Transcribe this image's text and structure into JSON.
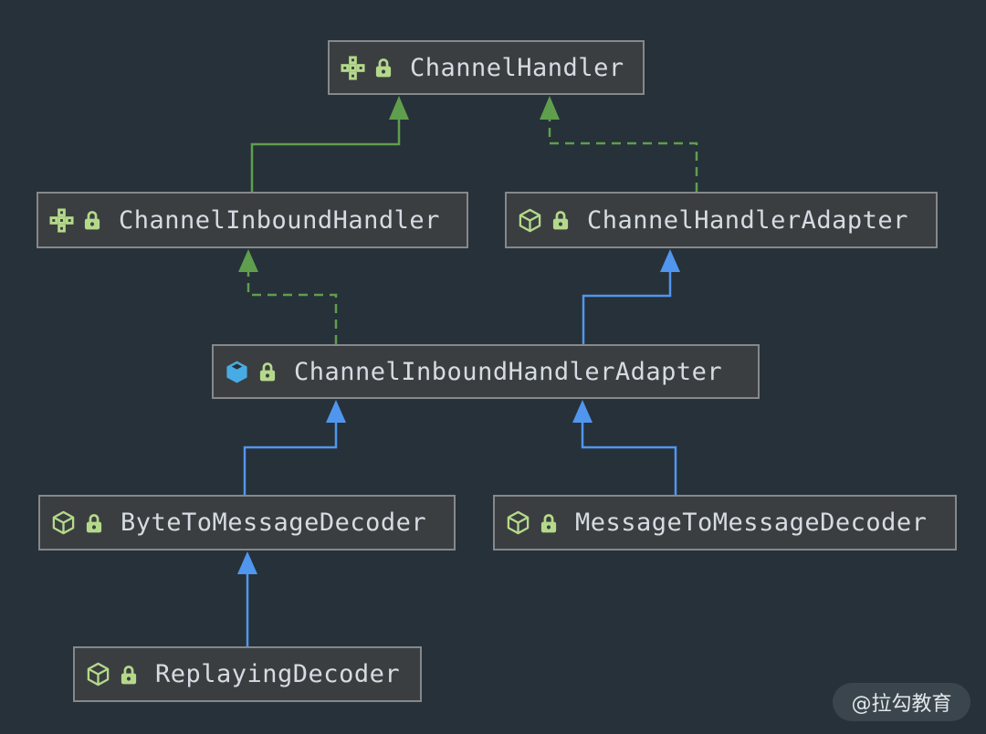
{
  "diagram": {
    "title": "Netty ChannelHandler class hierarchy",
    "colors": {
      "background": "#273139",
      "node_fill": "#3b3e40",
      "node_border": "#86888b",
      "node_text": "#d5dce3",
      "extends_interface_arrow_green": "#5f9e4d",
      "extends_class_arrow_blue": "#5096ee",
      "icon_green": "#b4d98b",
      "icon_blue": "#47ace4"
    },
    "nodes": [
      {
        "label": "ChannelHandler",
        "kind": "interface",
        "type_icon": "interface-icon",
        "lock_icon": "lock-icon"
      },
      {
        "label": "ChannelInboundHandler",
        "kind": "interface",
        "type_icon": "interface-icon",
        "lock_icon": "lock-icon"
      },
      {
        "label": "ChannelHandlerAdapter",
        "kind": "class",
        "type_icon": "class-icon",
        "lock_icon": "lock-icon"
      },
      {
        "label": "ChannelInboundHandlerAdapter",
        "kind": "class",
        "type_icon": "class-icon-highlighted",
        "lock_icon": "lock-icon"
      },
      {
        "label": "ByteToMessageDecoder",
        "kind": "class",
        "type_icon": "class-icon",
        "lock_icon": "lock-icon"
      },
      {
        "label": "MessageToMessageDecoder",
        "kind": "class",
        "type_icon": "class-icon",
        "lock_icon": "lock-icon"
      },
      {
        "label": "ReplayingDecoder",
        "kind": "class",
        "type_icon": "class-icon",
        "lock_icon": "lock-icon"
      }
    ],
    "edges": [
      {
        "from": "ChannelInboundHandler",
        "to": "ChannelHandler",
        "relation": "extends",
        "line": "solid",
        "color": "green"
      },
      {
        "from": "ChannelHandlerAdapter",
        "to": "ChannelHandler",
        "relation": "implements",
        "line": "dashed",
        "color": "green"
      },
      {
        "from": "ChannelInboundHandlerAdapter",
        "to": "ChannelInboundHandler",
        "relation": "implements",
        "line": "dashed",
        "color": "green"
      },
      {
        "from": "ChannelInboundHandlerAdapter",
        "to": "ChannelHandlerAdapter",
        "relation": "extends",
        "line": "solid",
        "color": "blue"
      },
      {
        "from": "ByteToMessageDecoder",
        "to": "ChannelInboundHandlerAdapter",
        "relation": "extends",
        "line": "solid",
        "color": "blue"
      },
      {
        "from": "MessageToMessageDecoder",
        "to": "ChannelInboundHandlerAdapter",
        "relation": "extends",
        "line": "solid",
        "color": "blue"
      },
      {
        "from": "ReplayingDecoder",
        "to": "ByteToMessageDecoder",
        "relation": "extends",
        "line": "solid",
        "color": "blue"
      }
    ]
  },
  "watermark": {
    "text": "@拉勾教育"
  }
}
